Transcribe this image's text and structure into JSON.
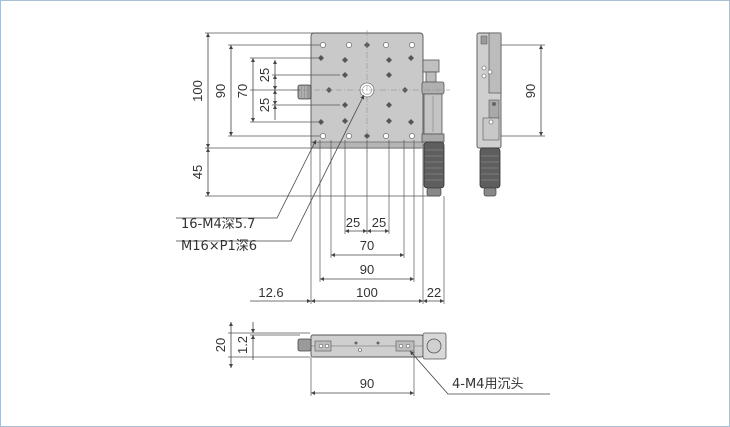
{
  "top_view": {
    "left_dims": [
      "100",
      "90",
      "70",
      "25",
      "25",
      "45"
    ],
    "bottom_dims": [
      "25",
      "25",
      "70",
      "90",
      "12.6",
      "100",
      "22"
    ]
  },
  "side_view": {
    "right_dims": [
      "90"
    ]
  },
  "front_view": {
    "left_dims": [
      "20",
      "1.2"
    ],
    "bottom_dims": [
      "90"
    ]
  },
  "callouts": {
    "tapped_holes": "16-M4深5.7",
    "center_thread": "M16×P1深6",
    "counterbore": "4-M4用沉头"
  },
  "colors": {
    "frame": "#a9c0d4",
    "plate": "#c9c9c9",
    "line": "#555555"
  }
}
